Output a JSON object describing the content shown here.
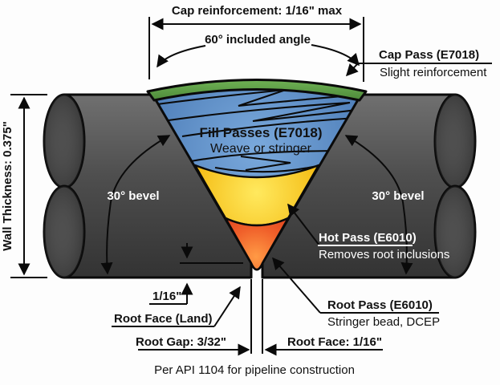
{
  "diagram": {
    "top": {
      "cap_reinforcement": "Cap reinforcement: 1/16\" max",
      "included_angle": "60° included angle"
    },
    "callouts": {
      "cap_pass": {
        "title": "Cap Pass (E7018)",
        "sub": "Slight reinforcement"
      },
      "fill_passes": {
        "title": "Fill Passes (E7018)",
        "sub": "Weave or stringer"
      },
      "hot_pass": {
        "title": "Hot Pass (E6010)",
        "sub": "Removes root inclusions"
      },
      "root_pass": {
        "title": "Root Pass (E6010)",
        "sub": "Stringer bead, DCEP"
      }
    },
    "dimensions": {
      "wall_thickness": "Wall Thickness: 0.375\"",
      "bevel_left": "30° bevel",
      "bevel_right": "30° bevel",
      "root_face_height": "1/16\"",
      "root_face_land": "Root Face (Land)",
      "root_gap": "Root Gap: 3/32\"",
      "root_face": "Root Face: 1/16\"",
      "caption": "Per API 1104 for pipeline construction"
    }
  },
  "colors": {
    "pipe_light": "#707070",
    "pipe_mid": "#4e4e4e",
    "pipe_dark": "#333333",
    "pipe_end": "#3b3b3b",
    "cap_green_light": "#6fb254",
    "cap_green_dark": "#4e8a3a",
    "fill_blue_center": "#7aa9dc",
    "fill_blue_edge": "#4a7ab5",
    "hot_yellow_center": "#ffe95e",
    "hot_yellow_edge": "#f3b70c",
    "root_orange_center": "#ff9a45",
    "root_orange_mid": "#f0602a",
    "root_red_edge": "#dd3d1c"
  }
}
